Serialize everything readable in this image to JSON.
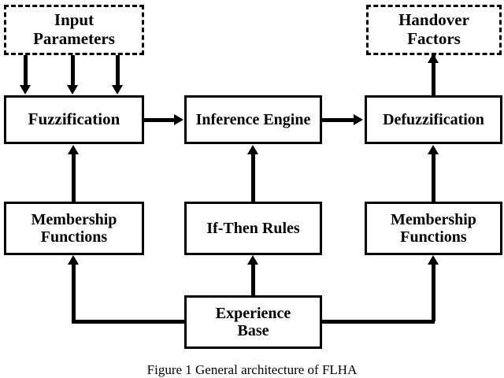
{
  "figure": {
    "caption": "Figure 1 General architecture of FLHA"
  },
  "nodes": {
    "input_parameters": {
      "label": "Input\nParameters",
      "style": "dashed"
    },
    "handover_factors": {
      "label": "Handover\nFactors",
      "style": "dashed"
    },
    "fuzzification": {
      "label": "Fuzzification",
      "style": "solid"
    },
    "inference_engine": {
      "label": "Inference  Engine",
      "style": "solid"
    },
    "defuzzification": {
      "label": "Defuzzification",
      "style": "solid"
    },
    "membership_functions_left": {
      "label": "Membership\nFunctions",
      "style": "solid"
    },
    "if_then_rules": {
      "label": "If-Then Rules",
      "style": "solid"
    },
    "membership_functions_right": {
      "label": "Membership\nFunctions",
      "style": "solid"
    },
    "experience_base": {
      "label": "Experience\nBase",
      "style": "solid"
    }
  },
  "edges": [
    {
      "from": "input_parameters",
      "to": "fuzzification",
      "direction": "down"
    },
    {
      "from": "input_parameters",
      "to": "fuzzification",
      "direction": "down"
    },
    {
      "from": "input_parameters",
      "to": "fuzzification",
      "direction": "down"
    },
    {
      "from": "fuzzification",
      "to": "inference_engine",
      "direction": "right"
    },
    {
      "from": "inference_engine",
      "to": "defuzzification",
      "direction": "right"
    },
    {
      "from": "defuzzification",
      "to": "handover_factors",
      "direction": "up"
    },
    {
      "from": "membership_functions_left",
      "to": "fuzzification",
      "direction": "up"
    },
    {
      "from": "if_then_rules",
      "to": "inference_engine",
      "direction": "up"
    },
    {
      "from": "membership_functions_right",
      "to": "defuzzification",
      "direction": "up"
    },
    {
      "from": "experience_base",
      "to": "if_then_rules",
      "direction": "up"
    },
    {
      "from": "experience_base",
      "to": "membership_functions_left",
      "direction": "up"
    },
    {
      "from": "experience_base",
      "to": "membership_functions_right",
      "direction": "up"
    }
  ],
  "colors": {
    "stroke": "#000000",
    "fill": "#ffffff",
    "text": "#000000"
  }
}
